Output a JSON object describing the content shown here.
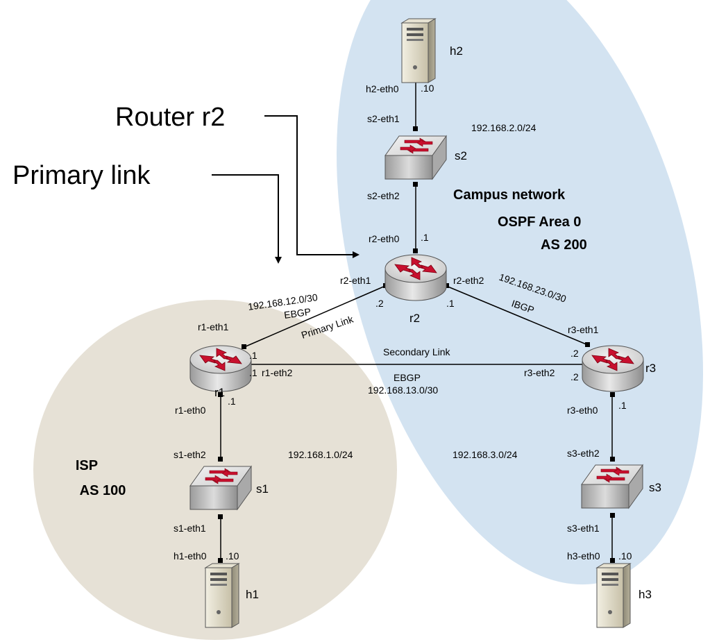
{
  "annotations": {
    "router_r2": "Router r2",
    "primary_link": "Primary link"
  },
  "zones": {
    "campus": {
      "title": "Campus network",
      "area": "OSPF Area 0",
      "as": "AS 200",
      "color": "#d3e3f1"
    },
    "isp": {
      "title": "ISP",
      "as": "AS 100",
      "color": "#e6e1d6"
    }
  },
  "devices": {
    "h1": "h1",
    "h2": "h2",
    "h3": "h3",
    "s1": "s1",
    "s2": "s2",
    "s3": "s3",
    "r1": "r1",
    "r2": "r2",
    "r3": "r3"
  },
  "subnets": {
    "net_h2": "192.168.2.0/24",
    "net_r1r2": "192.168.12.0/30",
    "net_r2r3": "192.168.23.0/30",
    "net_r1r3": "192.168.13.0/30",
    "net_h1": "192.168.1.0/24",
    "net_h3": "192.168.3.0/24"
  },
  "links": {
    "primary": "Primary Link",
    "secondary": "Secondary Link",
    "ebgp_primary": "EBGP",
    "ebgp_secondary": "EBGP",
    "ibgp": "IBGP"
  },
  "interfaces": {
    "h2_eth0": "h2-eth0",
    "s2_eth1": "s2-eth1",
    "s2_eth2": "s2-eth2",
    "r2_eth0": "r2-eth0",
    "r2_eth1": "r2-eth1",
    "r2_eth2": "r2-eth2",
    "r1_eth1": "r1-eth1",
    "r1_eth2": "r1-eth2",
    "r1_eth0": "r1-eth0",
    "s1_eth2": "s1-eth2",
    "s1_eth1": "s1-eth1",
    "h1_eth0": "h1-eth0",
    "r3_eth1": "r3-eth1",
    "r3_eth2": "r3-eth2",
    "r3_eth0": "r3-eth0",
    "s3_eth2": "s3-eth2",
    "s3_eth1": "s3-eth1",
    "h3_eth0": "h3-eth0"
  },
  "addresses": {
    "h2": ".10",
    "r2_eth0": ".1",
    "r2_eth1": ".2",
    "r2_eth2": ".1",
    "r1_eth1": ".1",
    "r1_eth2": ".1",
    "r1_eth0": ".1",
    "h1": ".10",
    "r3_eth1": ".2",
    "r3_eth2": ".2",
    "r3_eth0": ".1",
    "h3": ".10"
  },
  "icons": {
    "router": "router-icon",
    "switch": "switch-icon",
    "host": "server-icon"
  }
}
